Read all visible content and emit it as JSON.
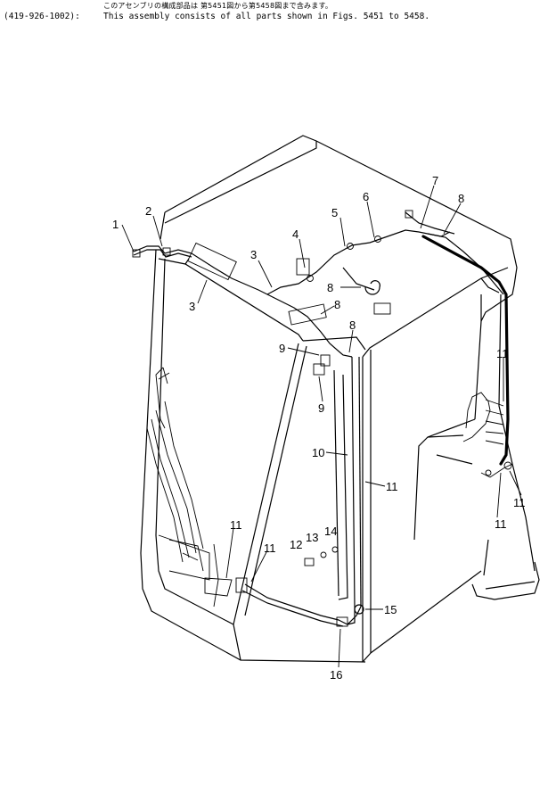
{
  "header": {
    "japanese_note": "このアセンブリの構成部品は 第5451図から第5458図まで含みます。",
    "part_number": "(419-926-1002):",
    "assembly_note": "This assembly consists of all parts shown in Figs. 5451 to 5458."
  },
  "callouts": [
    "1",
    "2",
    "3",
    "3",
    "4",
    "5",
    "6",
    "7",
    "8",
    "8",
    "8",
    "8",
    "9",
    "9",
    "10",
    "11",
    "11",
    "11",
    "11",
    "11",
    "11",
    "12",
    "13",
    "14",
    "15",
    "16"
  ]
}
